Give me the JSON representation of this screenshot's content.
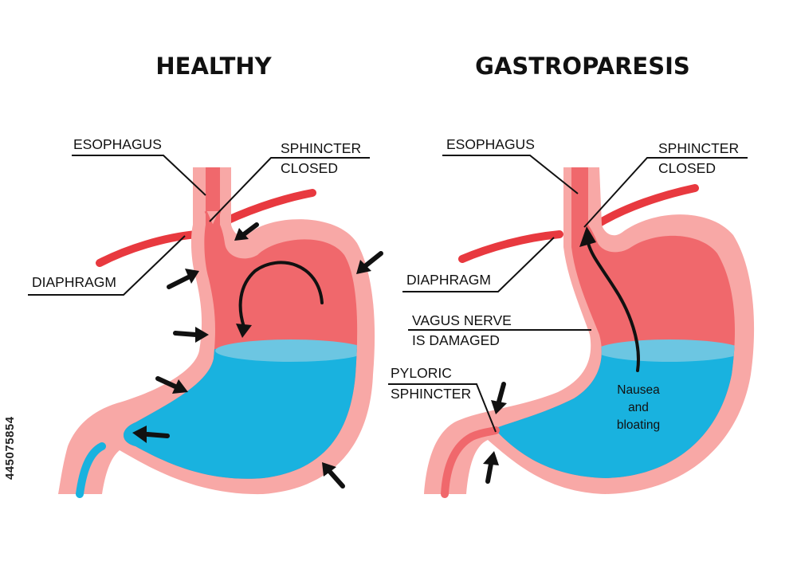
{
  "colors": {
    "wall": "#f8a8a6",
    "lumen": "#f0686c",
    "mucosa": "#f58686",
    "liquid": "#19b2df",
    "liquid_surface": "#6cc6e2",
    "diaphragm": "#e8393f",
    "ink": "#111111"
  },
  "healthy": {
    "title": "HEALTHY",
    "esophagus_label": "ESOPHAGUS",
    "sphincter_label_1": "SPHINCTER",
    "sphincter_label_2": "CLOSED",
    "diaphragm_label": "DIAPHRAGM"
  },
  "gastroparesis": {
    "title": "GASTROPARESIS",
    "esophagus_label": "ESOPHAGUS",
    "sphincter_label_1": "SPHINCTER",
    "sphincter_label_2": "CLOSED",
    "diaphragm_label": "DIAPHRAGM",
    "vagus_label_1": "VAGUS NERVE",
    "vagus_label_2": "IS DAMAGED",
    "pyloric_label_1": "PYLORIC",
    "pyloric_label_2": "SPHINCTER",
    "symptom_1": "Nausea",
    "symptom_2": "and",
    "symptom_3": "bloating"
  },
  "stock_id": "445075854"
}
